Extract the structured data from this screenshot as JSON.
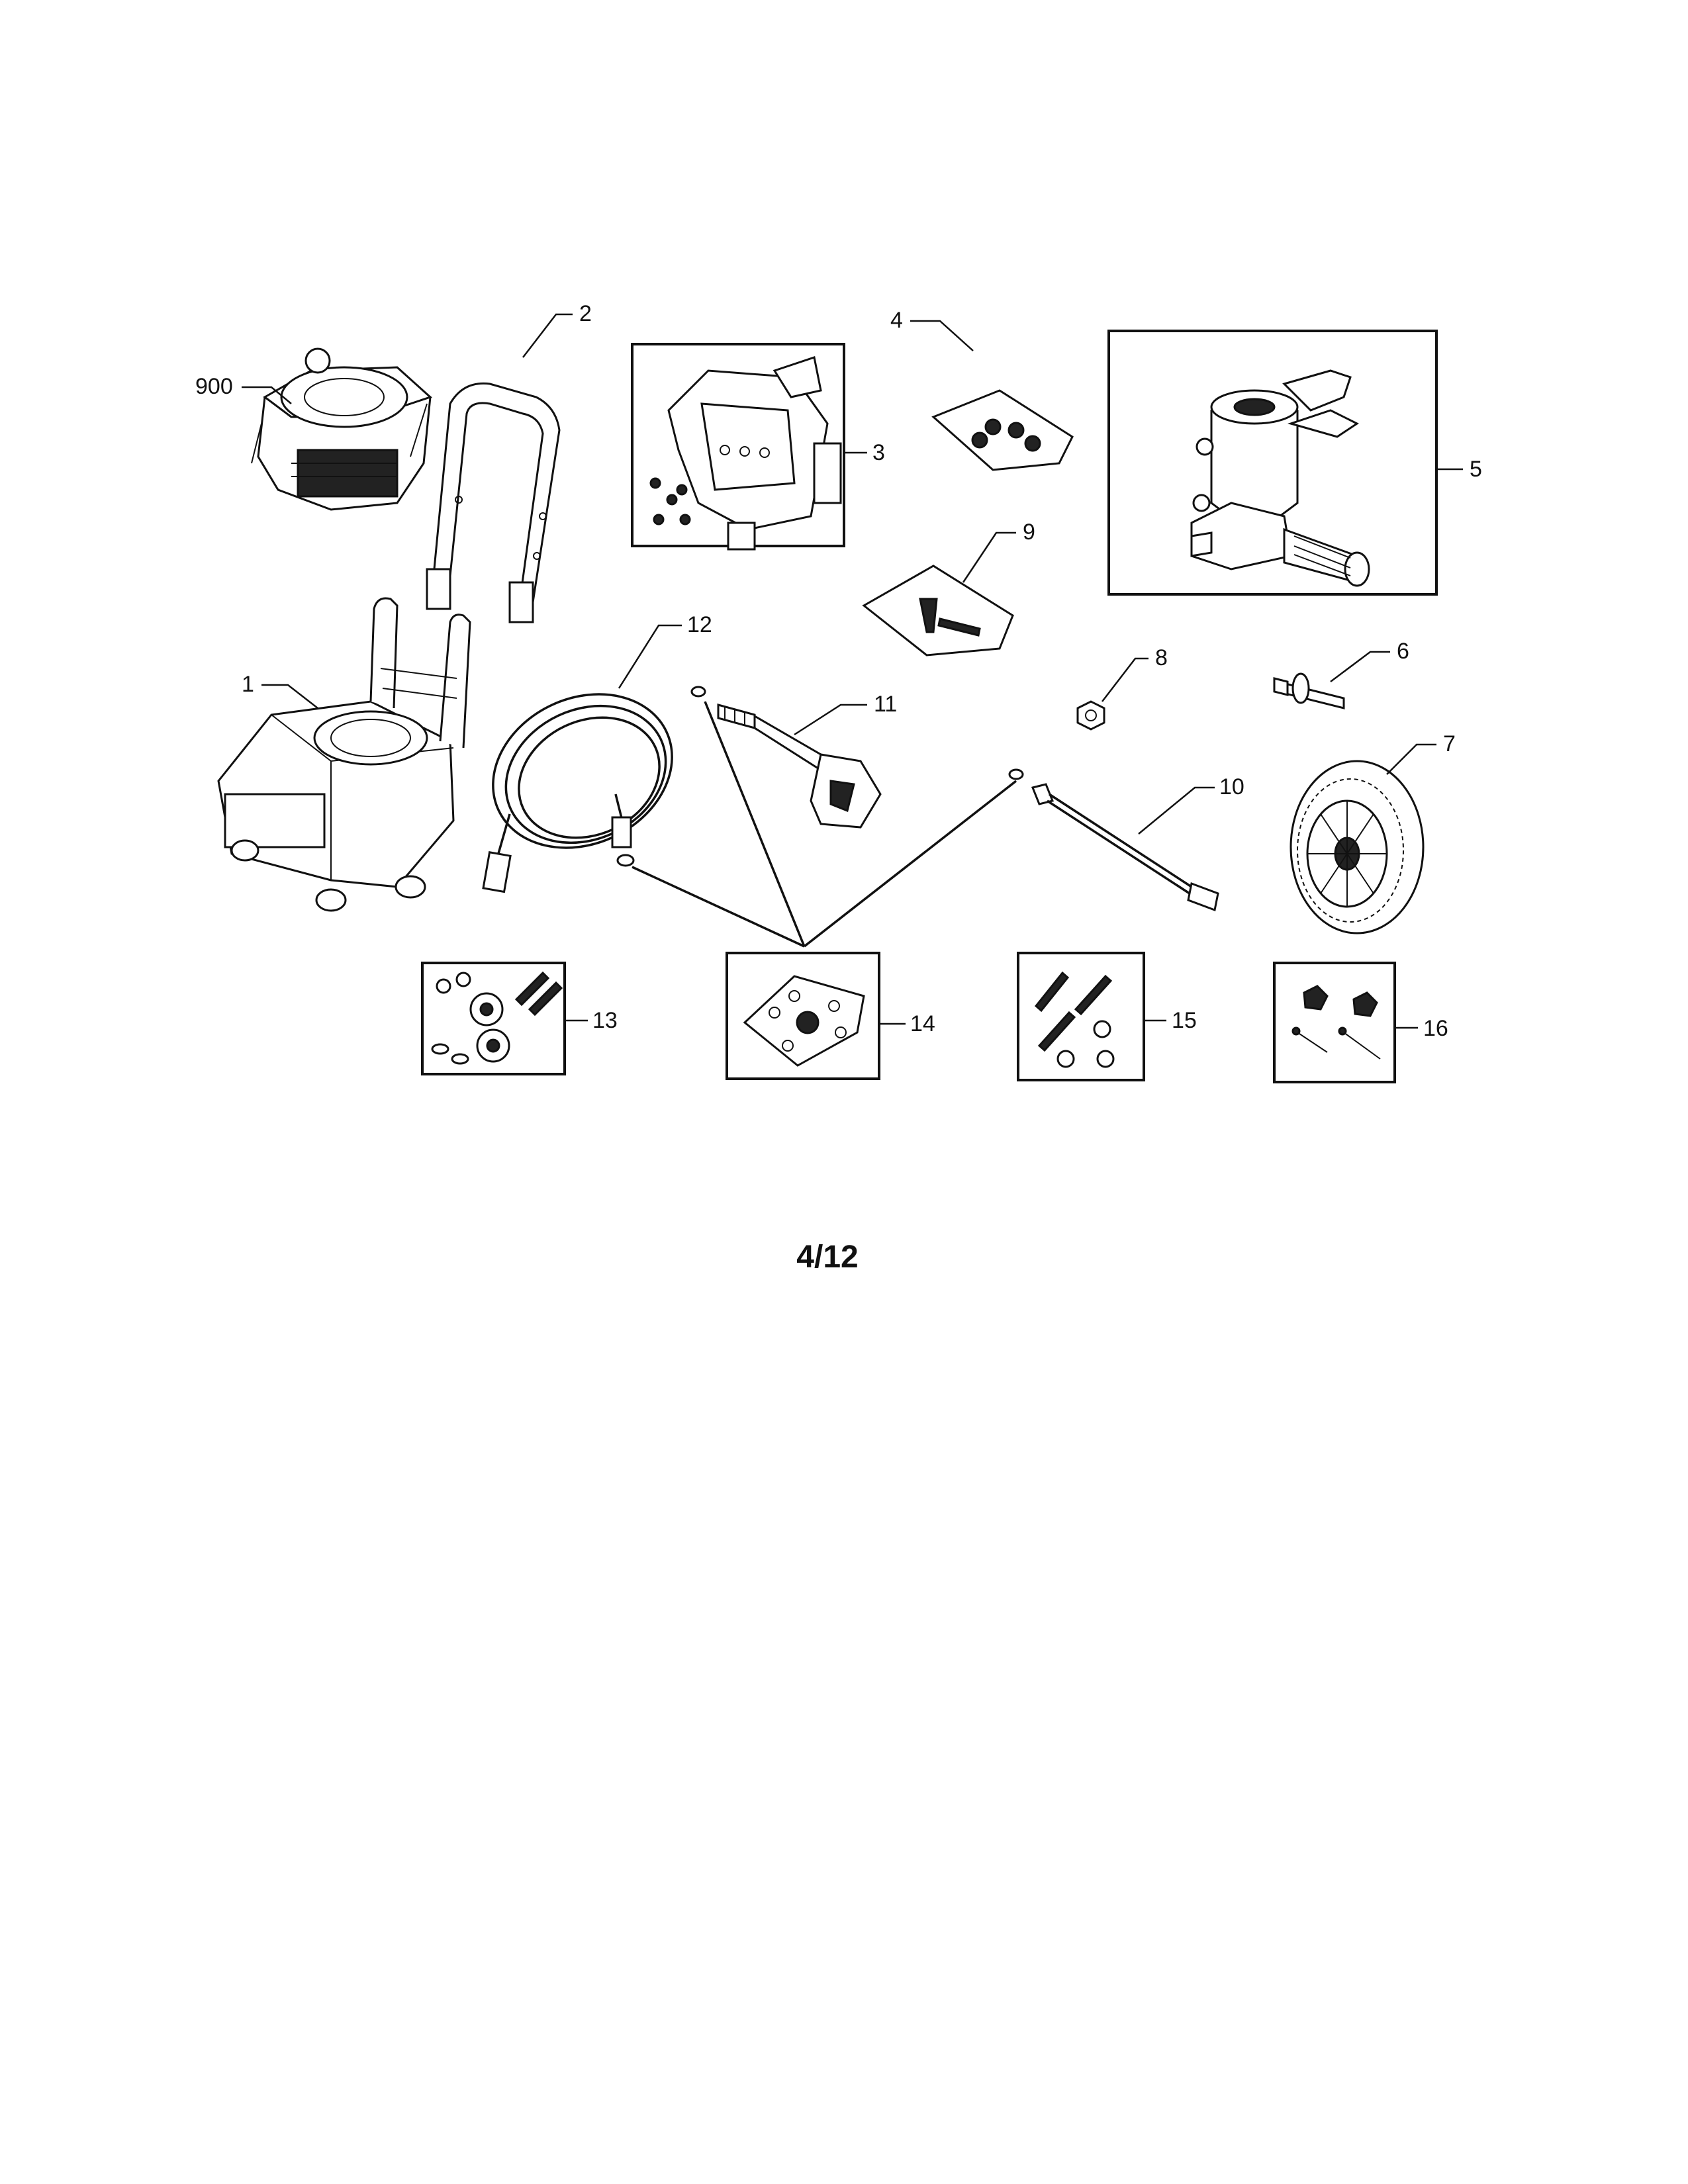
{
  "callouts": {
    "c900": "900",
    "c1": "1",
    "c2": "2",
    "c3": "3",
    "c4": "4",
    "c5": "5",
    "c6": "6",
    "c7": "7",
    "c8": "8",
    "c9": "9",
    "c10": "10",
    "c11": "11",
    "c12": "12",
    "c13": "13",
    "c14": "14",
    "c15": "15",
    "c16": "16"
  },
  "page_number": "4/12"
}
